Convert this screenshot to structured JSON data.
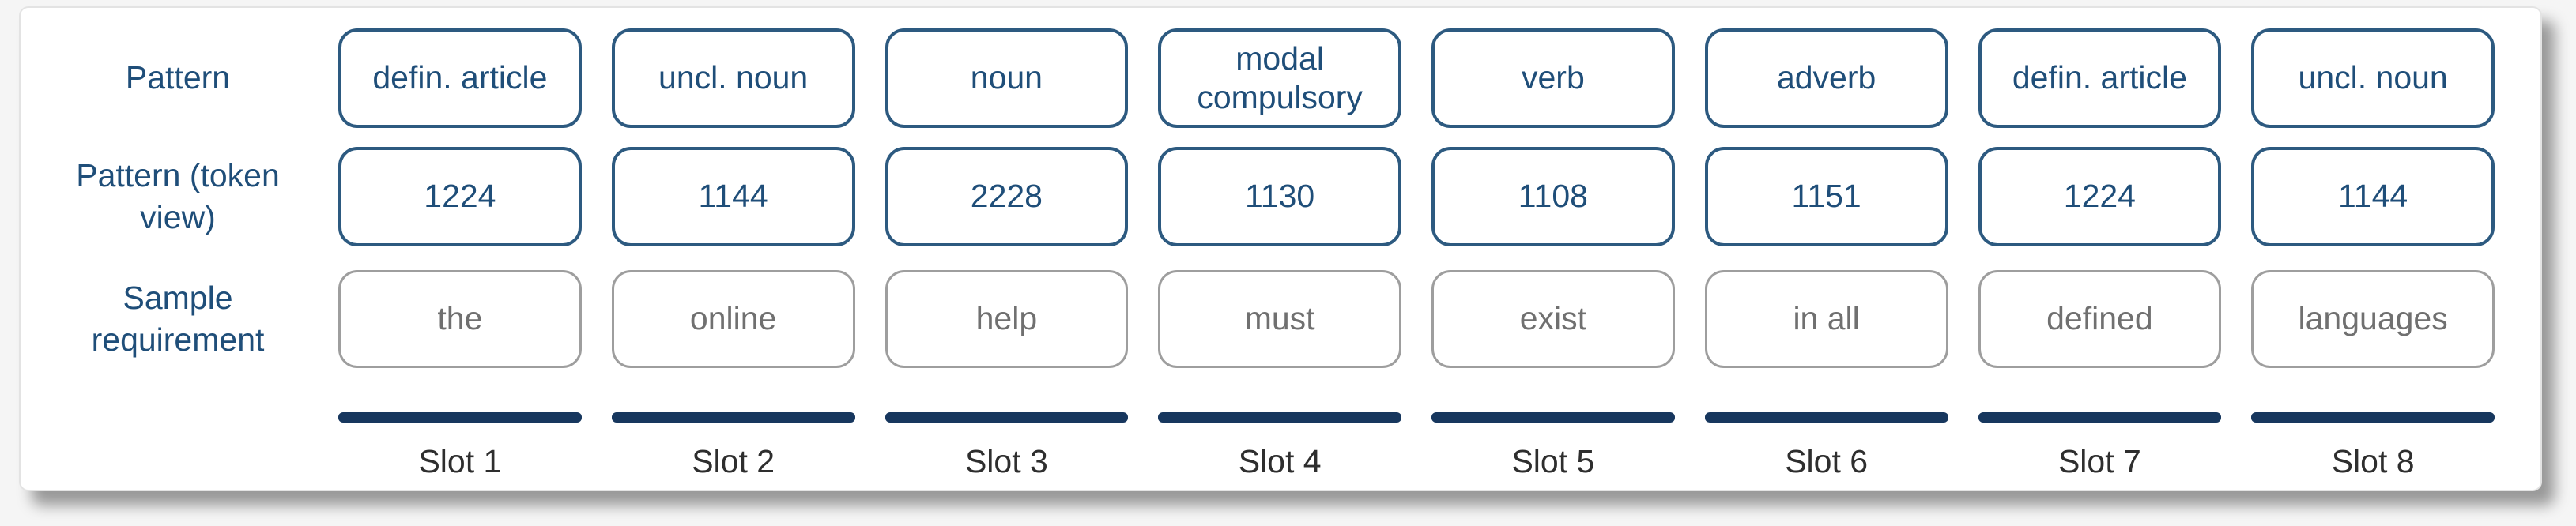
{
  "colors": {
    "navy_border": "#2d5a80",
    "navy_text": "#1f4e79",
    "gray_border": "#9e9e9e",
    "gray_text": "#707070",
    "bar_color": "#17375e",
    "slot_text": "#2e2e2e",
    "card_bg": "#ffffff",
    "card_border": "#e3e3e3",
    "page_bg": "#f5f5f5"
  },
  "rows": [
    {
      "label": "Pattern",
      "style": "navy",
      "cells": [
        "defin. article",
        "uncl. noun",
        "noun",
        "modal compulsory",
        "verb",
        "adverb",
        "defin. article",
        "uncl. noun"
      ]
    },
    {
      "label": "Pattern (token view)",
      "style": "navy",
      "cells": [
        "1224",
        "1144",
        "2228",
        "1130",
        "1108",
        "1151",
        "1224",
        "1144"
      ]
    },
    {
      "label": "Sample requirement",
      "style": "gray",
      "cells": [
        "the",
        "online",
        "help",
        "must",
        "exist",
        "in all",
        "defined",
        "languages"
      ]
    }
  ],
  "slots": [
    "Slot 1",
    "Slot 2",
    "Slot 3",
    "Slot 4",
    "Slot 5",
    "Slot 6",
    "Slot 7",
    "Slot 8"
  ]
}
